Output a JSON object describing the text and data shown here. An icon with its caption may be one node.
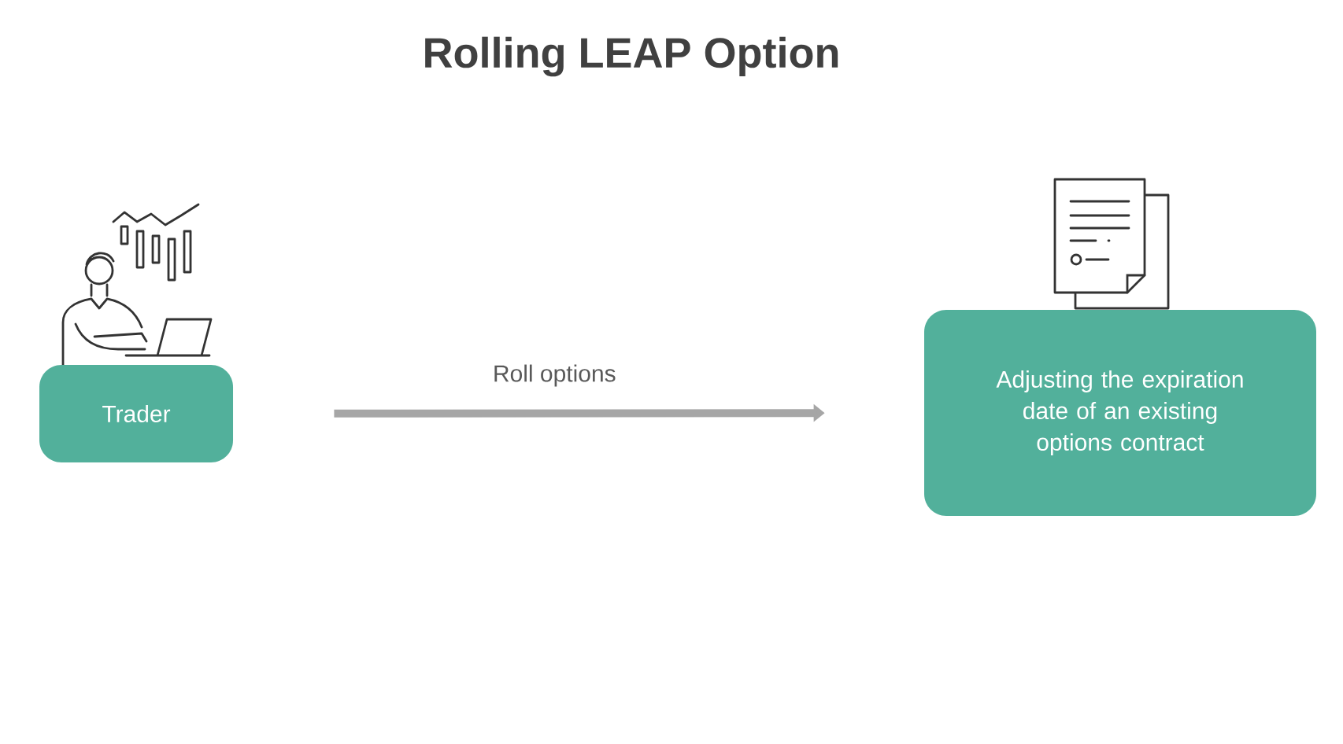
{
  "diagram": {
    "title": "Rolling LEAP Option",
    "nodes": [
      {
        "text": [
          "Trader"
        ]
      },
      {
        "text": [
          "Adjusting the expiration date of an existing options contract"
        ]
      }
    ],
    "edges": [
      {
        "from": 0,
        "to": 1,
        "arrow": "to",
        "label": "Roll options"
      }
    ]
  }
}
